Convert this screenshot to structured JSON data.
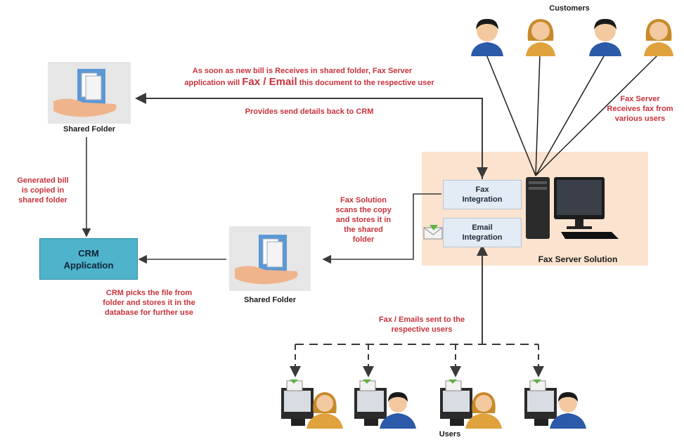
{
  "customers_label": "Customers",
  "users_label": "Users",
  "shared_folder_top_label": "Shared Folder",
  "shared_folder_mid_label": "Shared Folder",
  "crm_label": "CRM\nApplication",
  "fax_integration_label": "Fax\nIntegration",
  "email_integration_label": "Email\nIntegration",
  "fax_server_solution_label": "Fax Server Solution",
  "notes": {
    "top_line1": "As soon as new bill is Receives in shared folder, Fax Server",
    "top_line2_a": "application will ",
    "top_line2_b": "Fax / Email",
    "top_line2_c": " this document to the respective user",
    "send_details": "Provides send details back to CRM",
    "fax_server_receives": "Fax Server\nReceives fax from\nvarious users",
    "generated_bill": "Generated bill\nis copied in\nshared folder",
    "fax_solution_scans": "Fax Solution\nscans the copy\nand stores it in\nthe shared\nfolder",
    "crm_picks": "CRM picks the file from\nfolder and stores it in the\ndatabase for further use",
    "fax_emails_sent": "Fax / Emails sent to the\nrespective users"
  },
  "colors": {
    "note_red": "#c8323c",
    "crm_blue": "#4fb3cc",
    "panel_peach": "#fbe3cf",
    "integration_box": "#e3ebf5",
    "avatar_male": "#2a5aa8",
    "avatar_female": "#e0a23c"
  },
  "icons": [
    "person-male-icon",
    "person-female-icon",
    "shared-folder-icon",
    "computer-tower-icon",
    "email-envelope-icon",
    "workstation-icon"
  ]
}
